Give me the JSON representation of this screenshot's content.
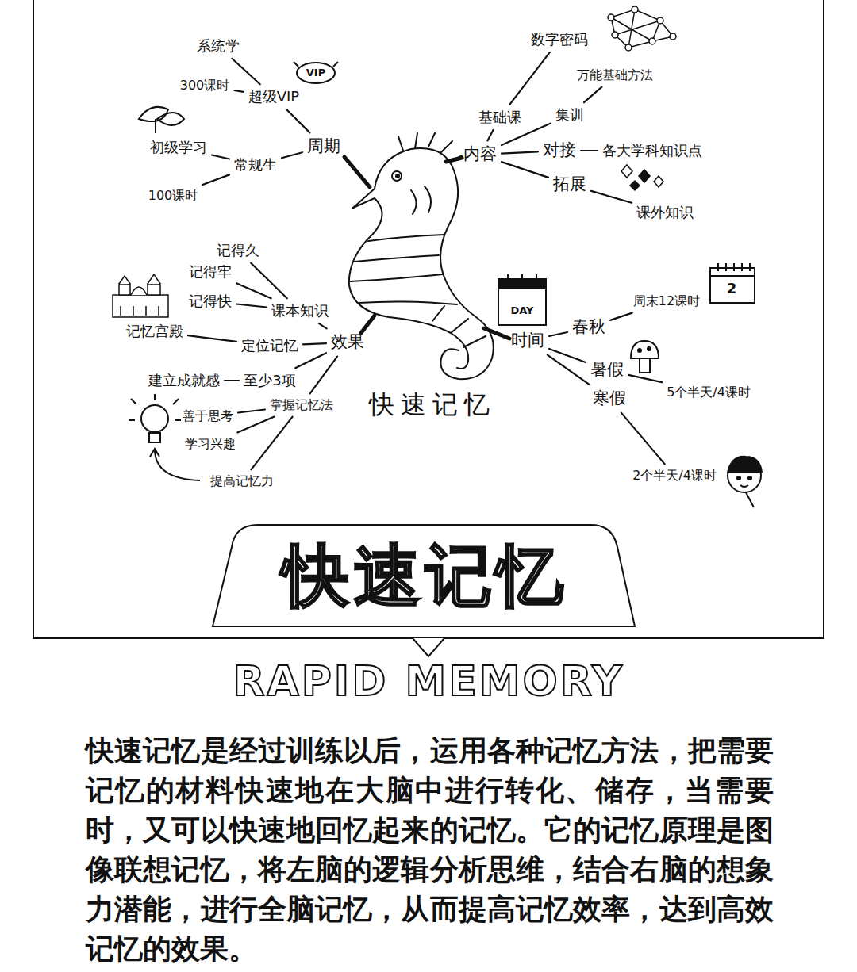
{
  "diagram": {
    "title": "快速记忆",
    "caption": "快速记忆是经过训练以后，运用各种记忆方法，把需要记忆的材料快速地在大脑中进行转化、储存，当需要时，又可以快速地回忆起来的记忆。它的记忆原理是图像联想记忆，将左脑的逻辑分析思维，结合右脑的想象力潜能，进行全脑记忆，从而提高记忆效率，达到高效记忆的效果。",
    "nodes": [
      {
        "text": [
          "快速记忆"
        ]
      },
      {
        "text": [
          "周期"
        ]
      },
      {
        "text": [
          "超级VIP"
        ]
      },
      {
        "text": [
          "系统学"
        ]
      },
      {
        "text": [
          "300课时"
        ]
      },
      {
        "text": [
          "常规生"
        ]
      },
      {
        "text": [
          "初级学习"
        ]
      },
      {
        "text": [
          "100课时"
        ]
      },
      {
        "text": [
          "内容"
        ]
      },
      {
        "text": [
          "基础课"
        ]
      },
      {
        "text": [
          "数字密码"
        ]
      },
      {
        "text": [
          "集训"
        ]
      },
      {
        "text": [
          "万能基础方法"
        ]
      },
      {
        "text": [
          "对接"
        ]
      },
      {
        "text": [
          "各大学科知识点"
        ]
      },
      {
        "text": [
          "拓展"
        ]
      },
      {
        "text": [
          "课外知识"
        ]
      },
      {
        "text": [
          "效果"
        ]
      },
      {
        "text": [
          "课本知识"
        ]
      },
      {
        "text": [
          "记得久"
        ]
      },
      {
        "text": [
          "记得牢"
        ]
      },
      {
        "text": [
          "记得快"
        ]
      },
      {
        "text": [
          "定位记忆"
        ]
      },
      {
        "text": [
          "记忆宫殿"
        ]
      },
      {
        "text": [
          "至少3项"
        ]
      },
      {
        "text": [
          "建立成就感"
        ]
      },
      {
        "text": [
          "掌握记忆法"
        ]
      },
      {
        "text": [
          "善于思考"
        ]
      },
      {
        "text": [
          "学习兴趣"
        ]
      },
      {
        "text": [
          "提高记忆力"
        ]
      },
      {
        "text": [
          "时间"
        ]
      },
      {
        "text": [
          "春秋"
        ]
      },
      {
        "text": [
          "周末12课时"
        ]
      },
      {
        "text": [
          "暑假"
        ]
      },
      {
        "text": [
          "5个半天/4课时"
        ]
      },
      {
        "text": [
          "寒假"
        ]
      },
      {
        "text": [
          "2个半天/4课时"
        ]
      }
    ],
    "edges": [
      {
        "from": 1,
        "to": 2,
        "arrow": "none"
      },
      {
        "from": 2,
        "to": 3,
        "arrow": "none"
      },
      {
        "from": 2,
        "to": 4,
        "arrow": "none"
      },
      {
        "from": 1,
        "to": 5,
        "arrow": "none"
      },
      {
        "from": 5,
        "to": 6,
        "arrow": "none"
      },
      {
        "from": 5,
        "to": 7,
        "arrow": "none"
      },
      {
        "from": 8,
        "to": 9,
        "arrow": "none"
      },
      {
        "from": 9,
        "to": 10,
        "arrow": "none"
      },
      {
        "from": 8,
        "to": 11,
        "arrow": "none"
      },
      {
        "from": 11,
        "to": 12,
        "arrow": "none"
      },
      {
        "from": 8,
        "to": 13,
        "arrow": "none"
      },
      {
        "from": 13,
        "to": 14,
        "arrow": "none"
      },
      {
        "from": 8,
        "to": 15,
        "arrow": "none"
      },
      {
        "from": 15,
        "to": 16,
        "arrow": "none"
      },
      {
        "from": 17,
        "to": 18,
        "arrow": "none"
      },
      {
        "from": 18,
        "to": 19,
        "arrow": "none"
      },
      {
        "from": 18,
        "to": 20,
        "arrow": "none"
      },
      {
        "from": 18,
        "to": 21,
        "arrow": "none"
      },
      {
        "from": 17,
        "to": 22,
        "arrow": "none"
      },
      {
        "from": 22,
        "to": 23,
        "arrow": "none"
      },
      {
        "from": 17,
        "to": 24,
        "arrow": "none"
      },
      {
        "from": 24,
        "to": 25,
        "arrow": "none"
      },
      {
        "from": 17,
        "to": 26,
        "arrow": "none"
      },
      {
        "from": 26,
        "to": 27,
        "arrow": "none"
      },
      {
        "from": 26,
        "to": 28,
        "arrow": "none"
      },
      {
        "from": 26,
        "to": 29,
        "arrow": "none"
      },
      {
        "from": 30,
        "to": 31,
        "arrow": "none"
      },
      {
        "from": 31,
        "to": 32,
        "arrow": "none"
      },
      {
        "from": 30,
        "to": 33,
        "arrow": "none"
      },
      {
        "from": 33,
        "to": 34,
        "arrow": "none"
      },
      {
        "from": 30,
        "to": 35,
        "arrow": "none"
      },
      {
        "from": 35,
        "to": 36,
        "arrow": "none"
      }
    ],
    "labels": [
      "VIP",
      "DAY",
      "2",
      "RAPID MEMORY"
    ]
  }
}
